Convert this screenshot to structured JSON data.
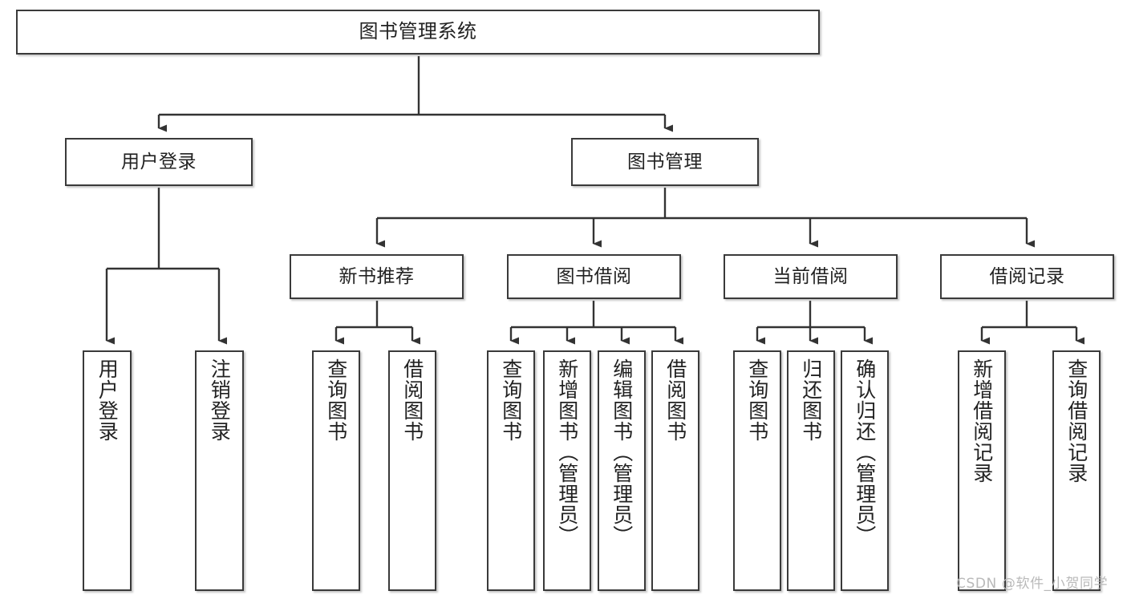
{
  "diagram": {
    "type": "hierarchy-tree",
    "title_node": "图书管理系统",
    "watermark": "CSDN @软件_小贺同学",
    "colors": {
      "box_border": "#3a3a3a",
      "box_fill": "#ffffff",
      "connector": "#333333",
      "text": "#222222",
      "watermark": "#b9b9b9"
    },
    "levels": {
      "level1": [
        "图书管理系统"
      ],
      "level2": [
        "用户登录",
        "图书管理"
      ],
      "level3": [
        "新书推荐",
        "图书借阅",
        "当前借阅",
        "借阅记录"
      ],
      "level4": [
        "用户登录",
        "注销登录",
        "查询图书",
        "借阅图书",
        "查询图书",
        "新增图书（管理员）",
        "编辑图书（管理员）",
        "借阅图书",
        "查询图书",
        "归还图书",
        "确认归还（管理员）",
        "新增借阅记录",
        "查询借阅记录"
      ]
    },
    "nodes": {
      "root": "图书管理系统",
      "user_login": "用户登录",
      "book_manage": "图书管理",
      "new_book_rec": "新书推荐",
      "book_borrow": "图书借阅",
      "current_borrow": "当前借阅",
      "borrow_record": "借阅记录",
      "leaf_user_login": "用户登录",
      "leaf_logout": "注销登录",
      "leaf_query_book_1": "查询图书",
      "leaf_borrow_book_1": "借阅图书",
      "leaf_query_book_2": "查询图书",
      "leaf_add_book_admin": "新增图书（管理员）",
      "leaf_edit_book_admin": "编辑图书（管理员）",
      "leaf_borrow_book_2": "借阅图书",
      "leaf_query_book_3": "查询图书",
      "leaf_return_book": "归还图书",
      "leaf_confirm_return_admin": "确认归还（管理员）",
      "leaf_add_record": "新增借阅记录",
      "leaf_query_record": "查询借阅记录"
    },
    "edges": [
      {
        "from": "图书管理系统",
        "to": "用户登录"
      },
      {
        "from": "图书管理系统",
        "to": "图书管理"
      },
      {
        "from": "用户登录",
        "to": "用户登录"
      },
      {
        "from": "用户登录",
        "to": "注销登录"
      },
      {
        "from": "图书管理",
        "to": "新书推荐"
      },
      {
        "from": "图书管理",
        "to": "图书借阅"
      },
      {
        "from": "图书管理",
        "to": "当前借阅"
      },
      {
        "from": "图书管理",
        "to": "借阅记录"
      },
      {
        "from": "新书推荐",
        "to": "查询图书"
      },
      {
        "from": "新书推荐",
        "to": "借阅图书"
      },
      {
        "from": "图书借阅",
        "to": "查询图书"
      },
      {
        "from": "图书借阅",
        "to": "新增图书（管理员）"
      },
      {
        "from": "图书借阅",
        "to": "编辑图书（管理员）"
      },
      {
        "from": "图书借阅",
        "to": "借阅图书"
      },
      {
        "from": "当前借阅",
        "to": "查询图书"
      },
      {
        "from": "当前借阅",
        "to": "归还图书"
      },
      {
        "from": "当前借阅",
        "to": "确认归还（管理员）"
      },
      {
        "from": "借阅记录",
        "to": "新增借阅记录"
      },
      {
        "from": "借阅记录",
        "to": "查询借阅记录"
      }
    ]
  }
}
